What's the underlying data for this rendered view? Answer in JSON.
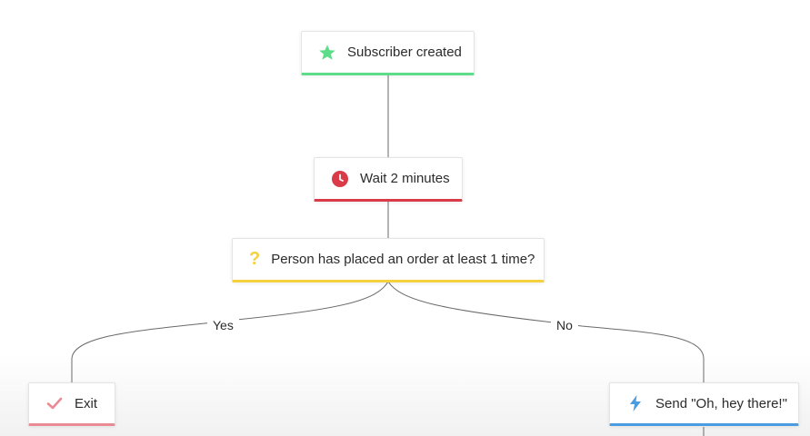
{
  "nodes": {
    "trigger": {
      "label": "Subscriber created",
      "icon": "star-icon",
      "accent": "#5fdc8a"
    },
    "delay": {
      "label": "Wait 2 minutes",
      "icon": "clock-icon",
      "accent": "#d93c48"
    },
    "condition": {
      "label": "Person has placed an order at least 1 time?",
      "icon": "question-icon",
      "accent": "#f5d040"
    },
    "exit": {
      "label": "Exit",
      "icon": "check-icon",
      "accent": "#ea8a95"
    },
    "email": {
      "label": "Send \"Oh, hey there!\"",
      "icon": "lightning-icon",
      "accent": "#4a9be0"
    }
  },
  "branches": {
    "yes": "Yes",
    "no": "No"
  }
}
